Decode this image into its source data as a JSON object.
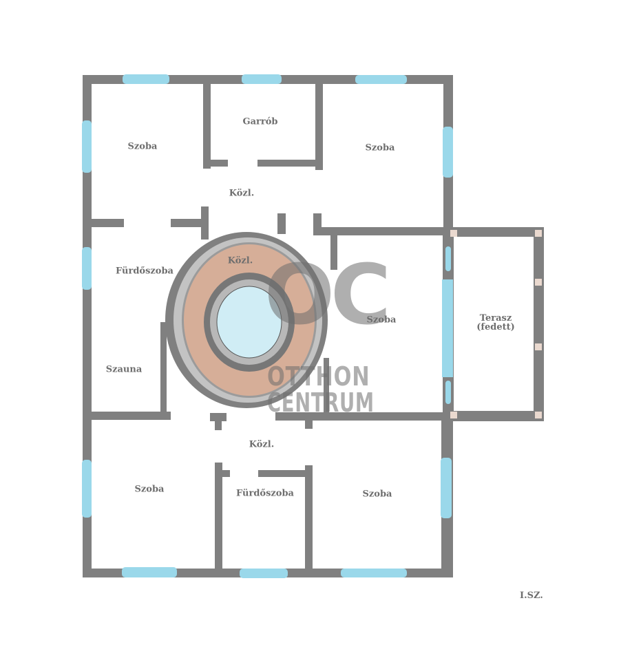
{
  "plan": {
    "type": "floor-plan",
    "floor_label": "I.SZ.",
    "colors": {
      "wall": "#808080",
      "window": "#9ad8ea",
      "stair_ring": "#d6ae98",
      "stair_well": "#d0edf5",
      "terrace_post": "#ead9cf"
    },
    "rooms": [
      {
        "id": "top-left",
        "label": "Szoba"
      },
      {
        "id": "wardrobe",
        "label": "Garrób"
      },
      {
        "id": "top-right",
        "label": "Szoba"
      },
      {
        "id": "hall-top",
        "label": "Közl."
      },
      {
        "id": "stair-hall",
        "label": "Közl."
      },
      {
        "id": "bath-left",
        "label": "Fürdőszoba"
      },
      {
        "id": "sauna",
        "label": "Szauna"
      },
      {
        "id": "mid-right",
        "label": "Szoba"
      },
      {
        "id": "terrace",
        "label": "Terasz",
        "sublabel": "(fedett)"
      },
      {
        "id": "hall-bottom",
        "label": "Közl."
      },
      {
        "id": "bottom-left",
        "label": "Szoba"
      },
      {
        "id": "bath-bottom",
        "label": "Fürdőszoba"
      },
      {
        "id": "bottom-right",
        "label": "Szoba"
      }
    ]
  },
  "watermark": {
    "logo": "OC",
    "line1": "OTTHON",
    "line2": "CENTRUM"
  }
}
